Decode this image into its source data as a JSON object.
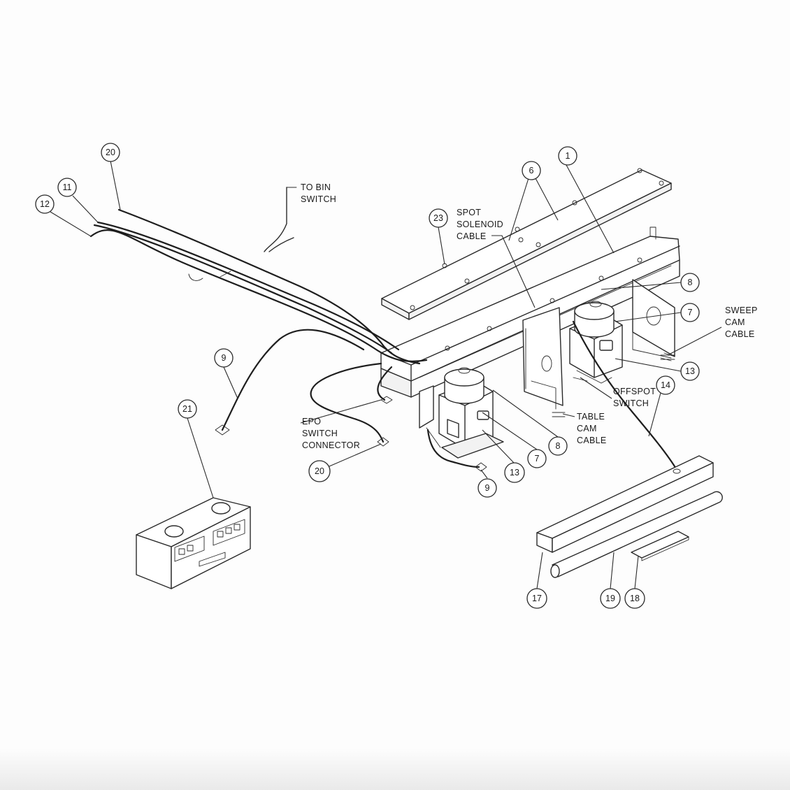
{
  "item_numbers": {
    "n1": "1",
    "n6": "6",
    "n7": "7",
    "n8": "8",
    "n9": "9",
    "n11": "11",
    "n12": "12",
    "n13": "13",
    "n14": "14",
    "n17": "17",
    "n18": "18",
    "n19": "19",
    "n20": "20",
    "n21": "21",
    "n23": "23"
  },
  "callouts": {
    "to_bin_switch": [
      "TO BIN",
      "SWITCH"
    ],
    "spot_solenoid_cable": [
      "SPOT",
      "SOLENOID",
      "CABLE"
    ],
    "sweep_cam_cable": [
      "SWEEP",
      "CAM",
      "CABLE"
    ],
    "offspot_switch": [
      "OFFSPOT",
      "SWITCH"
    ],
    "table_cam_cable": [
      "TABLE",
      "CAM",
      "CABLE"
    ],
    "epo_switch_connector": [
      "EPO",
      "SWITCH",
      "CONNECTOR"
    ]
  }
}
